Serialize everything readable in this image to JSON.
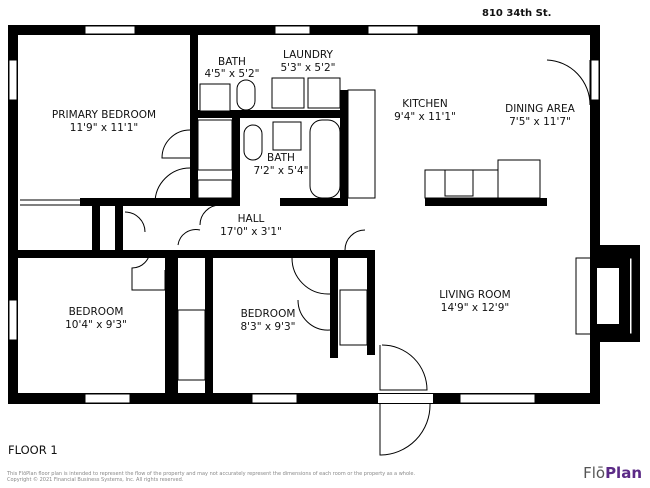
{
  "address": "810 34th St.",
  "floor_label": "FLOOR 1",
  "rooms": [
    {
      "name": "PRIMARY BEDROOM",
      "size": "11'9\" x 11'1\""
    },
    {
      "name": "BATH",
      "size": "4'5\" x 5'2\""
    },
    {
      "name": "LAUNDRY",
      "size": "5'3\" x 5'2\""
    },
    {
      "name": "KITCHEN",
      "size": "9'4\" x 11'1\""
    },
    {
      "name": "DINING AREA",
      "size": "7'5\" x 11'7\""
    },
    {
      "name": "BATH",
      "size": "7'2\" x 5'4\""
    },
    {
      "name": "HALL",
      "size": "17'0\" x 3'1\""
    },
    {
      "name": "BEDROOM",
      "size": "10'4\" x 9'3\""
    },
    {
      "name": "BEDROOM",
      "size": "8'3\" x 9'3\""
    },
    {
      "name": "LIVING ROOM",
      "size": "14'9\" x 12'9\""
    }
  ],
  "disclaimer": {
    "line1": "This FlōPlan floor plan is intended to represent the flow of the property and may not accurately represent the dimensions of each room or the property as a whole.",
    "line2": "Copyright © 2021 Financial Business Systems, Inc. All rights reserved."
  },
  "logo": {
    "part1": "Flō",
    "part2": "Plan",
    "accent": "#5b2a86"
  },
  "wall_color": "#000000"
}
